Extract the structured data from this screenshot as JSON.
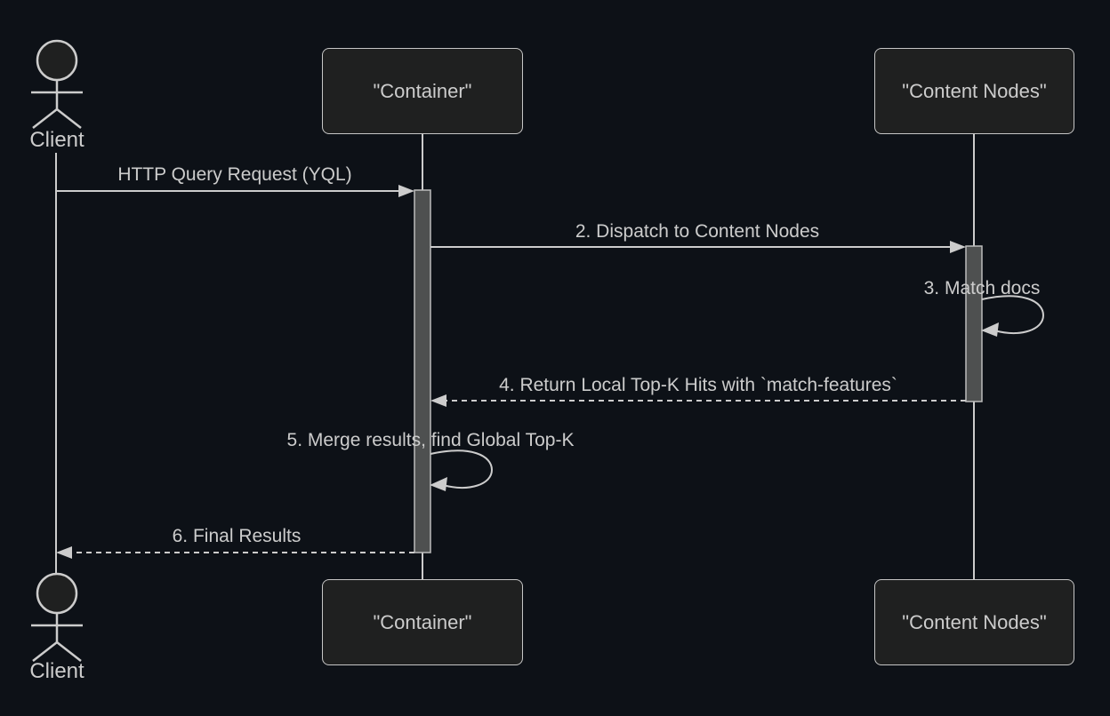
{
  "colors": {
    "background": "#0d1117",
    "line": "#cccccc",
    "text": "#cccccc",
    "participant_fill": "#1f2020",
    "participant_border": "#c6c6c6",
    "activation_fill": "#4e5050"
  },
  "participants": {
    "client": {
      "label": "Client",
      "type": "actor"
    },
    "container": {
      "label": "\"Container\"",
      "type": "participant"
    },
    "content_nodes": {
      "label": "\"Content Nodes\"",
      "type": "participant"
    }
  },
  "messages": [
    {
      "label": "HTTP Query Request (YQL)",
      "from": "Client",
      "to": "Container",
      "line": "solid"
    },
    {
      "label": "2. Dispatch to Content Nodes",
      "from": "Container",
      "to": "Content Nodes",
      "line": "solid"
    },
    {
      "label": "3. Match docs",
      "from": "Content Nodes",
      "to": "Content Nodes",
      "line": "self-loop"
    },
    {
      "label": "4. Return Local Top-K Hits with `match-features`",
      "from": "Content Nodes",
      "to": "Container",
      "line": "dashed"
    },
    {
      "label": "5. Merge results, find Global Top-K",
      "from": "Container",
      "to": "Container",
      "line": "self-loop"
    },
    {
      "label": "6. Final Results",
      "from": "Container",
      "to": "Client",
      "line": "dashed"
    }
  ]
}
